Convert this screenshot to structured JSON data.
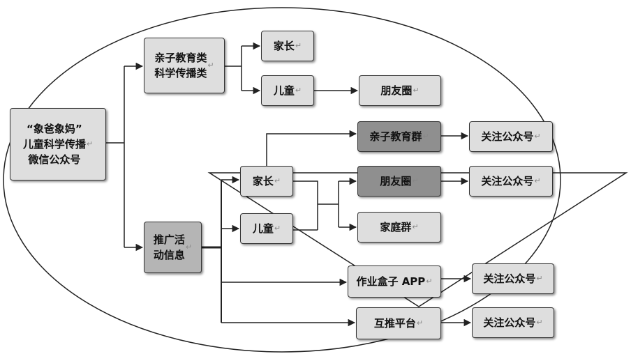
{
  "nodes": {
    "root": {
      "label": "“象爸象妈”\n儿童科学传播\n微信公众号"
    },
    "content_types": {
      "label": "亲子教育类\n科学传播类"
    },
    "parent_top": {
      "label": "家长"
    },
    "child_top": {
      "label": "儿童"
    },
    "moments_top": {
      "label": "朋友圈"
    },
    "promo": {
      "label": "推广活\n动信息"
    },
    "parent_mid": {
      "label": "家长"
    },
    "child_mid": {
      "label": "儿童"
    },
    "parenting_group": {
      "label": "亲子教育群"
    },
    "moments_mid": {
      "label": "朋友圈"
    },
    "family_group": {
      "label": "家庭群"
    },
    "homework_app": {
      "label": "作业盒子 APP"
    },
    "mutual_platform": {
      "label": "互推平台"
    },
    "follow_1": {
      "label": "关注公众号"
    },
    "follow_2": {
      "label": "关注公众号"
    },
    "follow_3": {
      "label": "关注公众号"
    },
    "follow_4": {
      "label": "关注公众号"
    }
  },
  "colors": {
    "line": "#222222",
    "box_light": "#dedede",
    "box_mid": "#b5b5b5",
    "box_dark": "#8f8f8f"
  }
}
